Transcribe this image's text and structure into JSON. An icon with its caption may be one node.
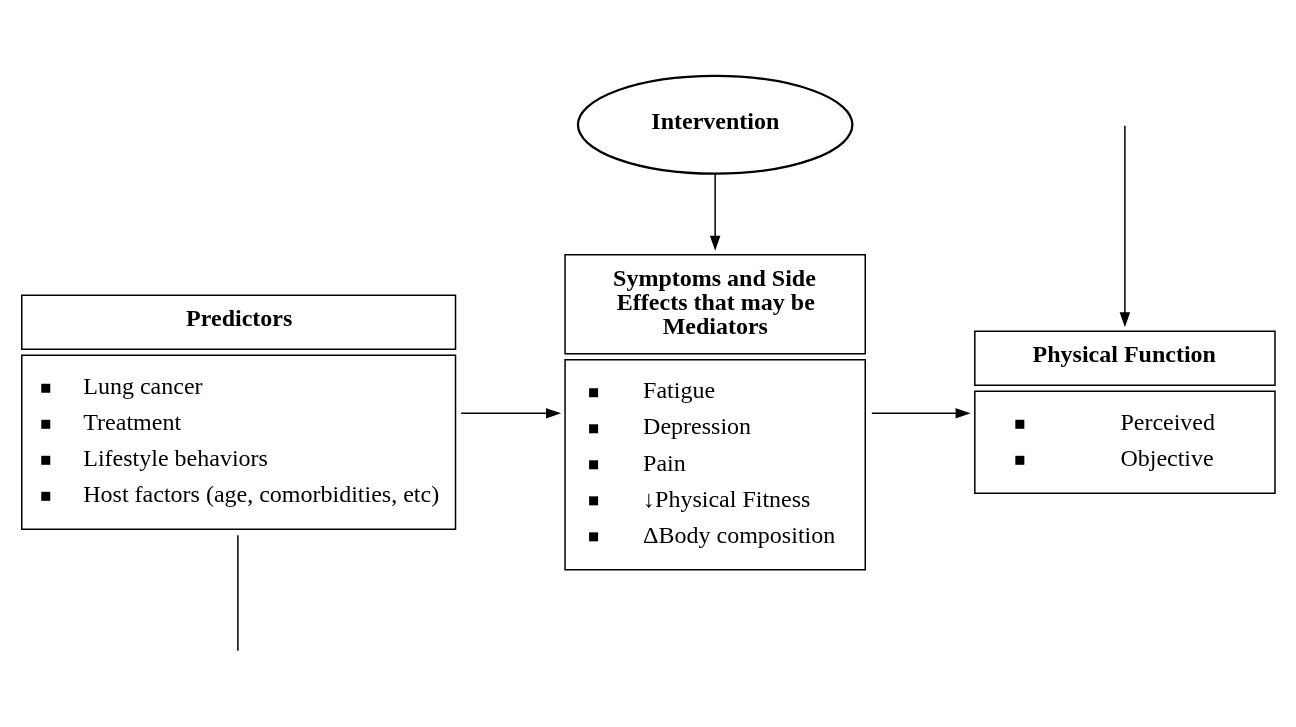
{
  "diagram": {
    "nodes": [
      {
        "text": [
          "Intervention"
        ]
      },
      {
        "text": [
          "Predictors",
          "Lung cancer",
          "Treatment",
          "Lifestyle behaviors",
          "Host factors (age, comorbidities, etc)"
        ]
      },
      {
        "text": [
          "Symptoms and Side Effects that may be Mediators",
          "Fatigue",
          "Depression",
          "Pain",
          "↓Physical Fitness",
          "ΔBody composition"
        ]
      },
      {
        "text": [
          "Physical Function",
          "Perceived",
          "Objective"
        ]
      }
    ],
    "edges": [
      {
        "from": 0,
        "to": 2,
        "arrow": "to"
      },
      {
        "from": 1,
        "to": 2,
        "arrow": "to"
      },
      {
        "from": 2,
        "to": 3,
        "arrow": "to"
      },
      {
        "from": 1,
        "to": null,
        "arrow": "none"
      },
      {
        "from": null,
        "to": 3,
        "arrow": "to"
      }
    ]
  }
}
